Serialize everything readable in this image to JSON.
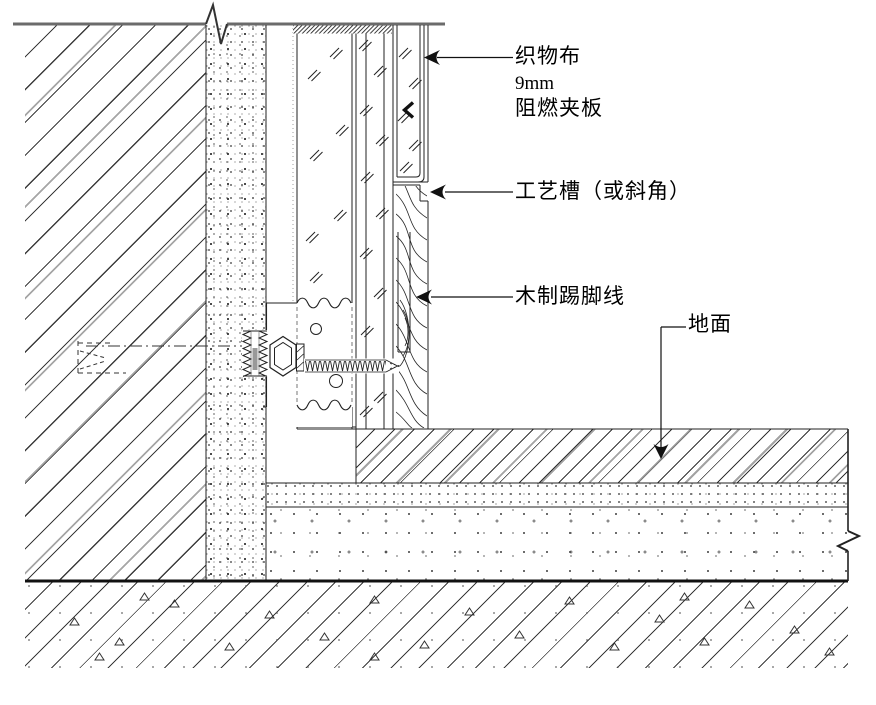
{
  "labels": {
    "fabric_line1": "织物布",
    "fabric_line2": "9mm",
    "fabric_line3": "阻燃夹板",
    "groove": "工艺槽（或斜角）",
    "skirting": "木制踢脚线",
    "floor": "地面"
  },
  "colors": {
    "ink": "#222222",
    "top_line": "#6b6b6b",
    "background": "#ffffff"
  }
}
